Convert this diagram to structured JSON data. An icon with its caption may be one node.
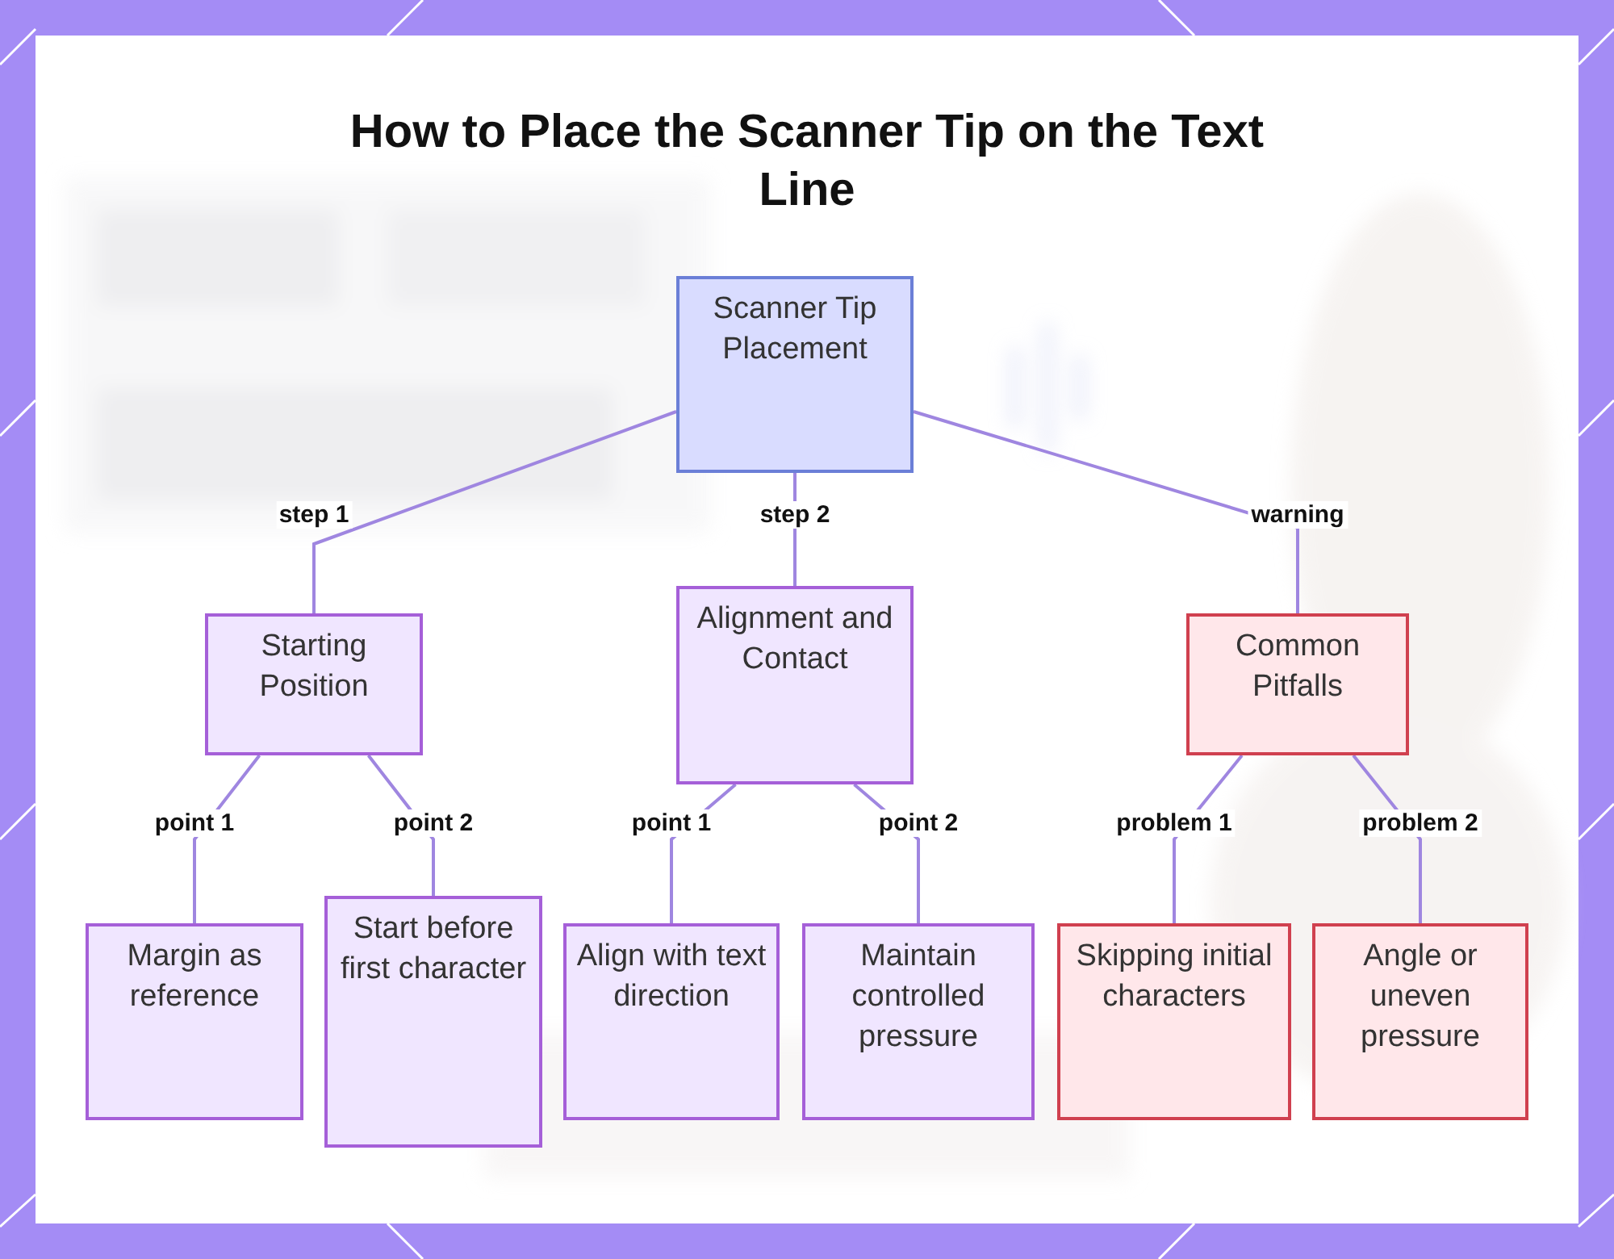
{
  "diagram": {
    "title": "How to Place the Scanner Tip on the Text Line",
    "nodes": [
      {
        "text": [
          "Scanner Tip Placement"
        ]
      },
      {
        "text": [
          "Starting Position"
        ]
      },
      {
        "text": [
          "Alignment and Contact"
        ]
      },
      {
        "text": [
          "Common Pitfalls"
        ]
      },
      {
        "text": [
          "Margin as reference"
        ]
      },
      {
        "text": [
          "Start before first character"
        ]
      },
      {
        "text": [
          "Align with text direction"
        ]
      },
      {
        "text": [
          "Maintain controlled pressure"
        ]
      },
      {
        "text": [
          "Skipping initial characters"
        ]
      },
      {
        "text": [
          "Angle or uneven pressure"
        ]
      }
    ],
    "edges": [
      {
        "from": 0,
        "to": 1,
        "arrow": "none",
        "label": "step 1"
      },
      {
        "from": 0,
        "to": 2,
        "arrow": "none",
        "label": "step 2"
      },
      {
        "from": 0,
        "to": 3,
        "arrow": "none",
        "label": "warning"
      },
      {
        "from": 1,
        "to": 4,
        "arrow": "none",
        "label": "point 1"
      },
      {
        "from": 1,
        "to": 5,
        "arrow": "none",
        "label": "point 2"
      },
      {
        "from": 2,
        "to": 6,
        "arrow": "none",
        "label": "point 1"
      },
      {
        "from": 2,
        "to": 7,
        "arrow": "none",
        "label": "point 2"
      },
      {
        "from": 3,
        "to": 8,
        "arrow": "none",
        "label": "problem 1"
      },
      {
        "from": 3,
        "to": 9,
        "arrow": "none",
        "label": "problem 2"
      }
    ]
  }
}
